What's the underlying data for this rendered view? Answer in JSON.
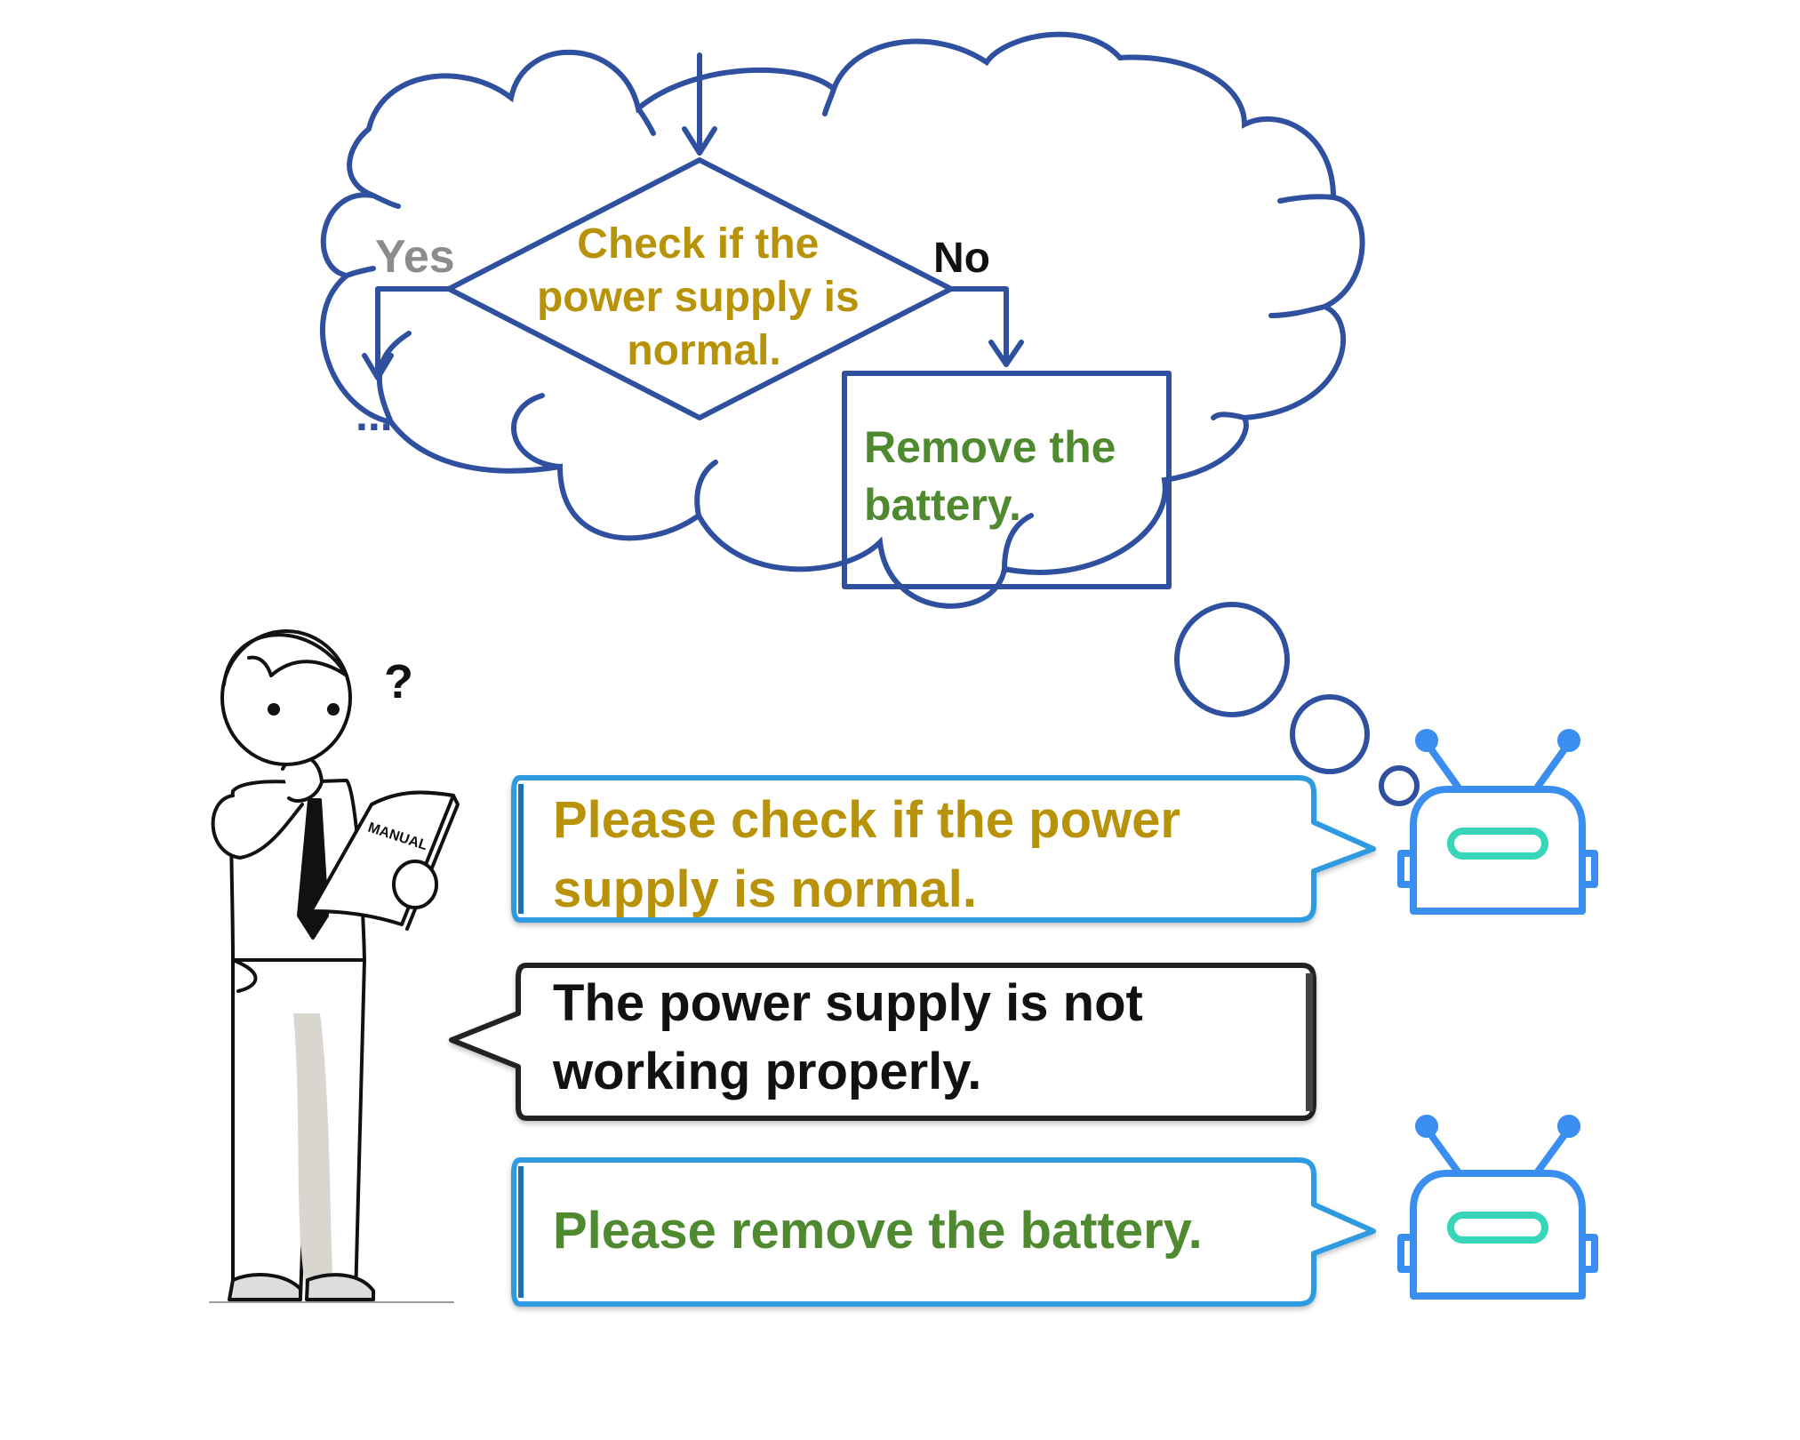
{
  "flowchart": {
    "decision_lines": [
      "Check if the",
      "power supply is",
      "normal."
    ],
    "yes_label": "Yes",
    "no_label": "No",
    "ellipsis": "...",
    "action_lines": [
      "Remove the",
      "battery."
    ]
  },
  "person": {
    "question_mark": "?",
    "manual_label": "MANUAL"
  },
  "dialogue": [
    {
      "speaker": "robot",
      "lines": [
        "Please check if the power",
        "supply is normal."
      ]
    },
    {
      "speaker": "user",
      "lines": [
        "The power supply is not",
        "working properly."
      ]
    },
    {
      "speaker": "robot",
      "lines": [
        "Please remove the battery."
      ]
    }
  ],
  "colors": {
    "flow_blue": "#2f4f9f",
    "gold_text": "#b8930a",
    "green_text": "#4f8a30",
    "gray_text": "#8c8c8c",
    "bubble_blue": "#2f9be0",
    "robot_blue": "#3a8ef0",
    "robot_visor": "#37d6b8"
  }
}
